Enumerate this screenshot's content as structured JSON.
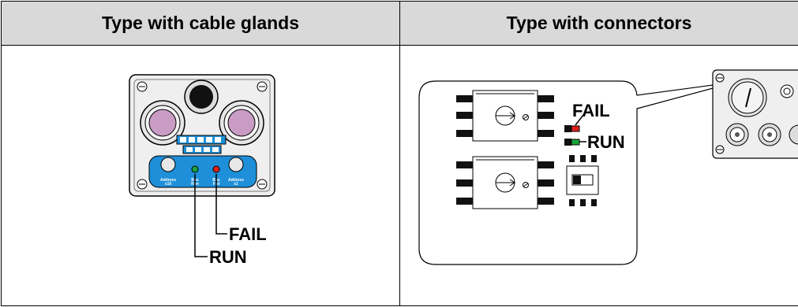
{
  "columns": [
    {
      "header": "Type with cable glands"
    },
    {
      "header": "Type with connectors"
    }
  ],
  "left_panel": {
    "module_labels": {
      "address_x10": "Address\nx10",
      "bus_run": "Bus\nRun",
      "bus_fail": "Bus\nFail",
      "address_x1": "Address\nx1"
    },
    "callouts": {
      "fail": "FAIL",
      "run": "RUN"
    }
  },
  "right_panel": {
    "callouts": {
      "fail": "FAIL",
      "run": "RUN"
    }
  },
  "colors": {
    "header_bg": "#d9d9d9",
    "module_blue": "#1e8fd8",
    "gland_pink": "#c89cc4",
    "led_green": "#1aa33a",
    "led_red": "#e0211a"
  }
}
